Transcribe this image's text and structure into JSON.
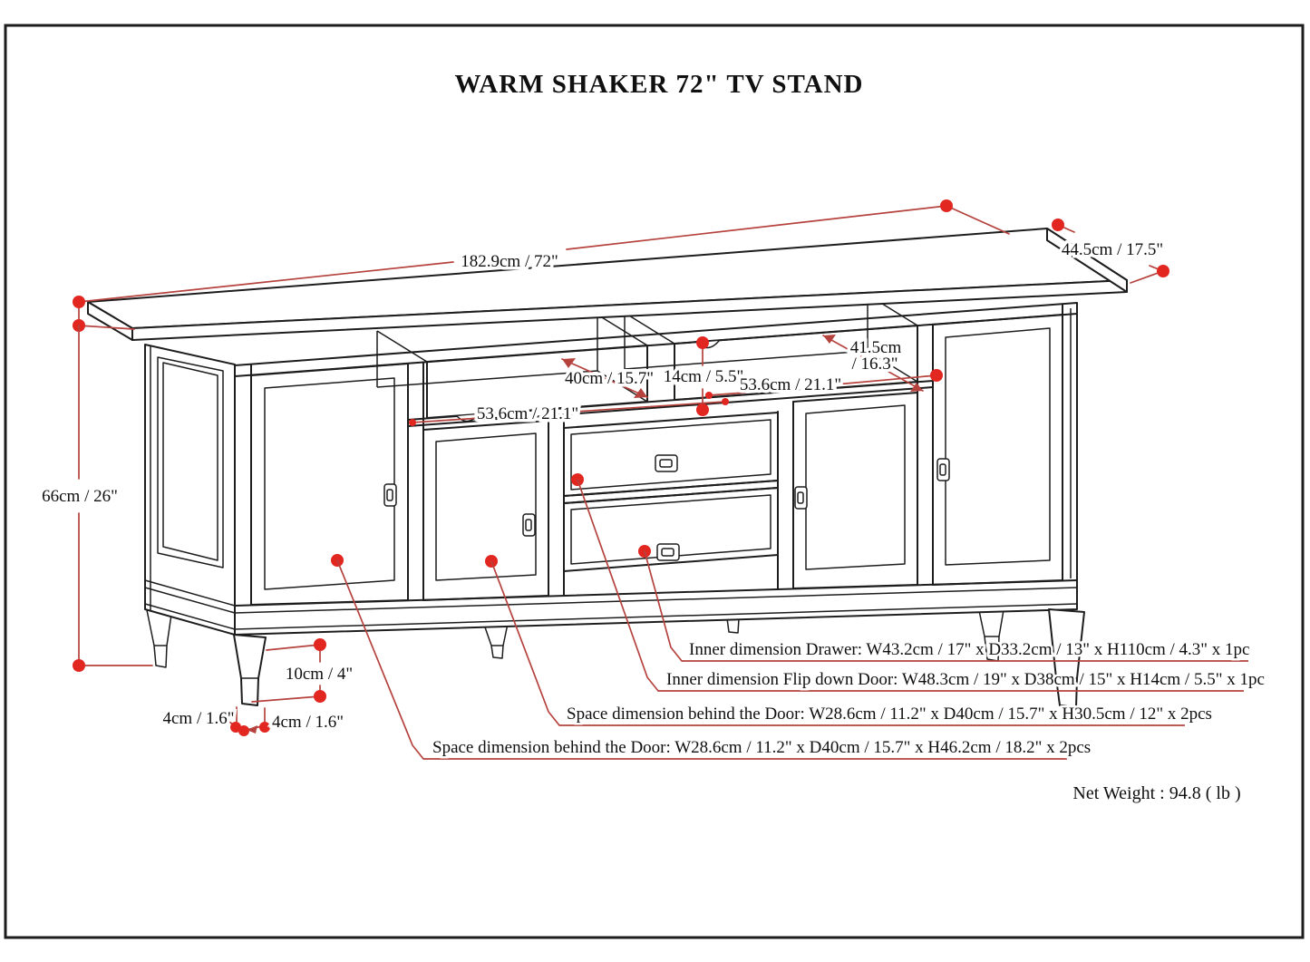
{
  "title": "WARM SHAKER 72\" TV STAND",
  "colors": {
    "line": "#1d1d1d",
    "dim": "#b5423d",
    "dot": "#e22620"
  },
  "dim_labels": {
    "top_length": "182.9cm / 72\"",
    "top_depth": "44.5cm / 17.5\"",
    "overall_height": "66cm / 26\"",
    "left_shelf_depth": "40cm / 15.7\"",
    "center_opening_height": "14cm / 5.5\"",
    "left_opening_width": "53.6cm / 21.1\"",
    "right_opening_width": "53.6cm / 21.1\"",
    "right_shelf_depth_line1": "41.5cm",
    "right_shelf_depth_line2": "/ 16.3\"",
    "leg_height": "10cm / 4\"",
    "foot_dim_left": "4cm / 1.6\"",
    "foot_dim_right": "4cm / 1.6\""
  },
  "callouts": {
    "drawer": "Inner dimension Drawer: W43.2cm / 17\" x D33.2cm / 13\" x H110cm / 4.3\" x 1pc",
    "flip_down_door": "Inner dimension Flip down Door: W48.3cm / 19\" x D38cm / 15\" x H14cm / 5.5\" x 1pc",
    "behind_door_small": "Space dimension behind the Door: W28.6cm / 11.2\" x D40cm / 15.7\" x H30.5cm / 12\" x 2pcs",
    "behind_door_large": "Space dimension behind the Door:  W28.6cm / 11.2\" x D40cm / 15.7\" x H46.2cm / 18.2\" x 2pcs"
  },
  "net_weight": "Net Weight : 94.8 ( lb )"
}
